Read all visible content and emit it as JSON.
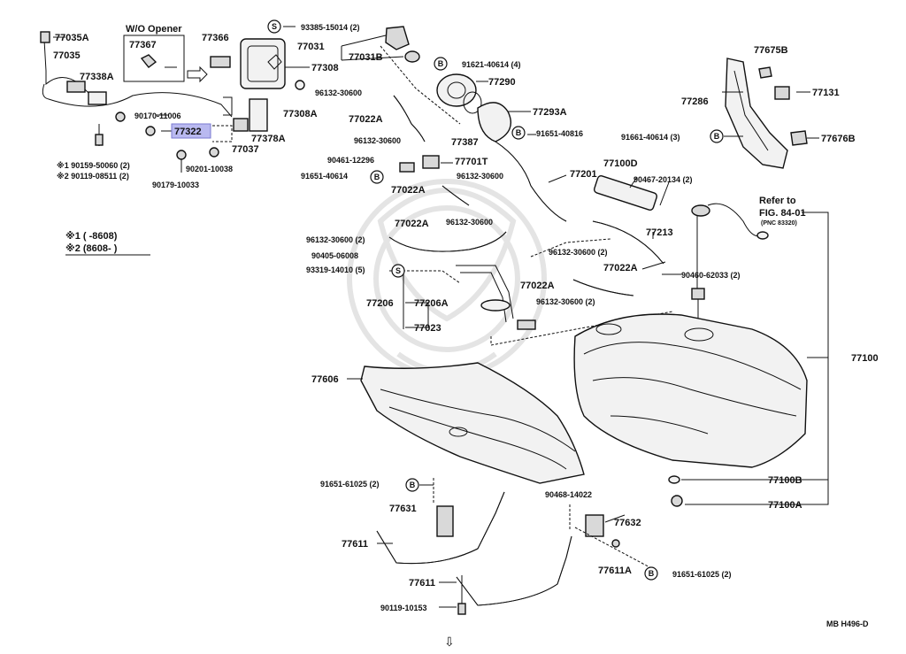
{
  "diagram": {
    "highlighted_part": "77322",
    "callouts": {
      "p77035A": "77035A",
      "p77035": "77035",
      "wo_opener": "W/O Opener",
      "p77367": "77367",
      "p77366": "77366",
      "p77338A": "77338A",
      "p90170": "90170-11006",
      "p77322": "77322",
      "x1_90159": "※1 90159-50060 (2)",
      "x2_90119": "※2 90119-08511 (2)",
      "p90201": "90201-10038",
      "p90179": "90179-10033",
      "p77037": "77037",
      "p77378A": "77378A",
      "p93385": "93385-15014 (2)",
      "p77031": "77031",
      "p77031B": "77031B",
      "p77308": "77308",
      "p77308A": "77308A",
      "p91621": "91621-40614 (4)",
      "p77290": "77290",
      "p96132a": "96132-30600",
      "p77022A_a": "77022A",
      "p77293A": "77293A",
      "p77387": "77387",
      "p96132b": "96132-30600",
      "p91651a": "91651-40816",
      "p90461": "90461-12296",
      "p77701T": "77701T",
      "p91651b": "91651-40614",
      "p96132c": "96132-30600",
      "p77201": "77201",
      "p77100D": "77100D",
      "p77022A_b": "77022A",
      "p90467": "90467-20134 (2)",
      "p96132d": "96132-30600",
      "p77022A_c": "77022A",
      "p96132e": "96132-30600 (2)",
      "p90405": "90405-06008",
      "p93319": "93319-14010 (5)",
      "p77213": "77213",
      "p96132f": "96132-30600 (2)",
      "p77022A_d": "77022A",
      "p77022A_e": "77022A",
      "p90460": "90460-62033 (2)",
      "p77206": "77206",
      "p77206A": "77206A",
      "p96132g": "96132-30600 (2)",
      "p77023": "77023",
      "p77675B": "77675B",
      "p77131": "77131",
      "p77286": "77286",
      "p91661": "91661-40614 (3)",
      "p77676B": "77676B",
      "refer_to": "Refer to",
      "fig": "FIG. 84-01",
      "pnc": "(PNC 83320)",
      "p77100": "77100",
      "p77606": "77606",
      "p77100B": "77100B",
      "p77100A": "77100A",
      "p91651c": "91651-61025 (2)",
      "p77631": "77631",
      "p90468": "90468-14022",
      "p77632": "77632",
      "p77611a": "77611",
      "p77611A": "77611A",
      "p91651d": "91651-61025 (2)",
      "p77611b": "77611",
      "p90119": "90119-10153",
      "diagram_code": "MB  H496-D",
      "nav_arrow": "⇩"
    },
    "legend": {
      "row1": "※1 (        -8608)",
      "row2": "※2 (8608-        )"
    },
    "symbols": {
      "s": "S",
      "b": "B"
    }
  }
}
